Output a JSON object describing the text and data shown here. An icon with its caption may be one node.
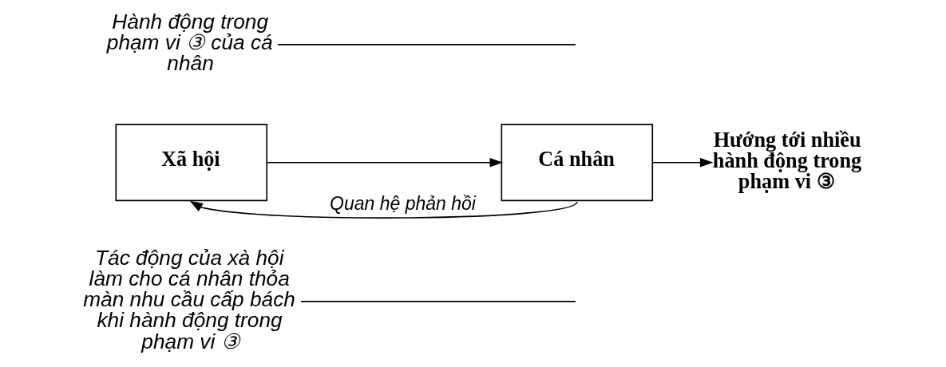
{
  "diagram": {
    "nodes": [
      {
        "text": [
          "Tác động của xà hội làm cho cá nhân thỏa màn nhu cầu cấp bách khi hành động trong phạm vi ③"
        ]
      },
      {
        "text": [
          "Xã hội"
        ]
      },
      {
        "text": [
          "Cá nhân"
        ]
      },
      {
        "text": [
          "Hành động trong phạm vi ③ của cá nhân"
        ]
      },
      {
        "text": [
          "Hướng tới nhiều hành động trong phạm vi ③"
        ]
      }
    ],
    "edges": [
      {
        "from": 1,
        "to": 2,
        "arrow": "to"
      },
      {
        "from": 2,
        "to": 4,
        "arrow": "to"
      },
      {
        "from": 2,
        "to": 1,
        "arrow": "to",
        "label": "Quan hệ phản hồi"
      },
      {
        "from": 0,
        "to": null,
        "arrow": "none"
      },
      {
        "from": 3,
        "to": null,
        "arrow": "none"
      }
    ]
  }
}
